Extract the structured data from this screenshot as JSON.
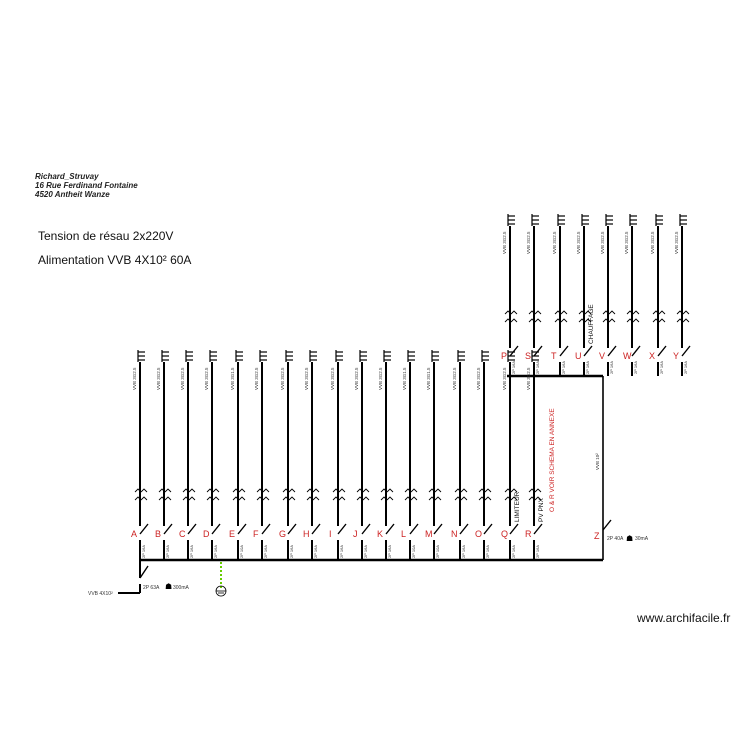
{
  "address": {
    "name": "Richard_Struvay",
    "street": "16 Rue Ferdinand Fontaine",
    "city": "4520  Antheit Wanze"
  },
  "supply": {
    "voltage": "Tension de résau 2x220V",
    "feed": "Alimentation VVB 4X10²  60A"
  },
  "watermark": "www.archifacile.fr",
  "main_feed": {
    "cable": "VVB 4X10²",
    "breaker": "2P 63A",
    "differential": "300mA"
  },
  "sub_feed": {
    "cable": "VVB 10²",
    "breaker": "2P 40A",
    "differential": "30mA",
    "letter": "Z"
  },
  "circuits_lower": [
    {
      "letter": "A",
      "cable": "VVB 3G2.5",
      "breaker": "2P 16A"
    },
    {
      "letter": "B",
      "cable": "VVB 3G2.5",
      "breaker": "2P 16A"
    },
    {
      "letter": "C",
      "cable": "VVB 3G2.5",
      "breaker": "2P 16A"
    },
    {
      "letter": "D",
      "cable": "VVB 3G2.5",
      "breaker": "2P 16A"
    },
    {
      "letter": "E",
      "cable": "VVB 3G1.5",
      "breaker": "2P 10A"
    },
    {
      "letter": "F",
      "cable": "VVB 3G2.5",
      "breaker": "2P 16A"
    },
    {
      "letter": "G",
      "cable": "VVB 3G2.5",
      "breaker": "2P 16A"
    },
    {
      "letter": "H",
      "cable": "VVB 3G2.5",
      "breaker": "2P 16A"
    },
    {
      "letter": "I",
      "cable": "VVB 3G2.5",
      "breaker": "2P 16A"
    },
    {
      "letter": "J",
      "cable": "VVB 3G2.5",
      "breaker": "2P 16A"
    },
    {
      "letter": "K",
      "cable": "VVB 3G2.5",
      "breaker": "2P 16A"
    },
    {
      "letter": "L",
      "cable": "VVB 3G1.5",
      "breaker": "2P 10A"
    },
    {
      "letter": "M",
      "cable": "VVB 3G1.5",
      "breaker": "2P 10A"
    },
    {
      "letter": "N",
      "cable": "VVB 3G2.5",
      "breaker": "2P 16A"
    },
    {
      "letter": "O",
      "cable": "VVB 3G2.5",
      "breaker": "2P 16A"
    },
    {
      "letter": "Q",
      "cable": "VVB 3G2.5",
      "breaker": "2P 16A",
      "label": "LIMITEUR"
    },
    {
      "letter": "R",
      "cable": "VVB 3G2.5",
      "breaker": "2P 16A",
      "label": "PV  PNX"
    }
  ],
  "circuits_upper": [
    {
      "letter": "P",
      "cable": "VVB 3G2.5",
      "breaker": "2P 16A"
    },
    {
      "letter": "S",
      "cable": "VVB 3G2.5",
      "breaker": "2P 16A"
    },
    {
      "letter": "T",
      "cable": "VVB 3G2.5",
      "breaker": "2P 16A"
    },
    {
      "letter": "U",
      "cable": "VVB 3G2.5",
      "breaker": "2P 16A",
      "label": "CHAUFFAGE"
    },
    {
      "letter": "V",
      "cable": "VVB 3G2.5",
      "breaker": "2P 16A"
    },
    {
      "letter": "W",
      "cable": "VVB 3G2.5",
      "breaker": "2P 16A"
    },
    {
      "letter": "X",
      "cable": "VVB 3G2.5",
      "breaker": "2P 16A"
    },
    {
      "letter": "Y",
      "cable": "VVB 3G2.5",
      "breaker": "2P 16A"
    }
  ],
  "annex_note": "O & R VOIR SCHEMA EN ANNEXE",
  "colors": {
    "line": "#000000",
    "letters": "#cc2222",
    "earth": "#66cc00",
    "note": "#cc2222"
  }
}
